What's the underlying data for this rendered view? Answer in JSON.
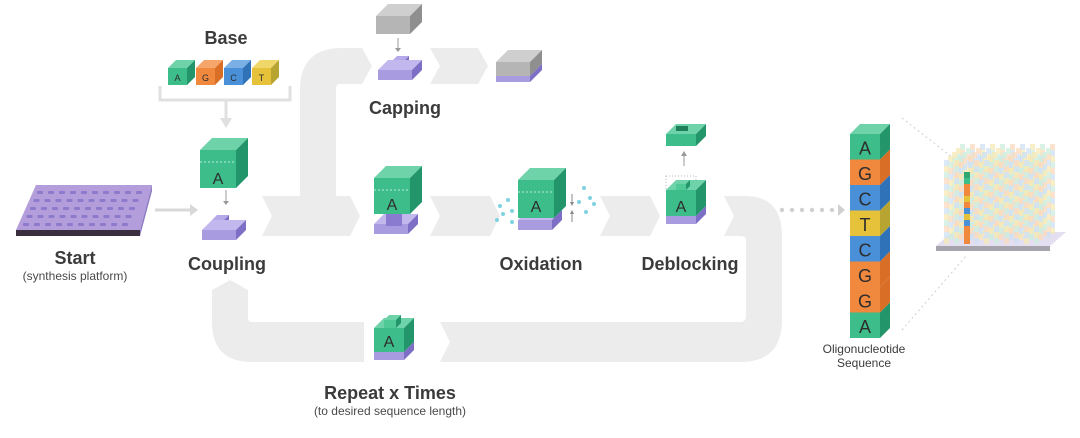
{
  "title": "Oligonucleotide synthesis cycle",
  "colors": {
    "track": "#ececec",
    "arrow": "#d8d8d8",
    "green": "#3dbd8a",
    "green_dark": "#22966a",
    "green_top": "#6fd3a9",
    "orange": "#f0883e",
    "orange_dark": "#d96f26",
    "blue": "#4a90d9",
    "blue_dark": "#2f72b8",
    "yellow": "#e6c23a",
    "yellow_dark": "#b8a531",
    "purple": "#a99be0",
    "purple_dark": "#7d6fc6",
    "gray": "#b5b5b5",
    "gray_dark": "#8f8f8f",
    "platform": "#b39ddb",
    "reagent_dots": "#7fd3e0"
  },
  "start": {
    "label": "Start",
    "sublabel": "(synthesis platform)"
  },
  "base": {
    "label": "Base",
    "letters": [
      "A",
      "G",
      "C",
      "T"
    ]
  },
  "steps": {
    "coupling": {
      "label": "Coupling",
      "nucleotide": "A"
    },
    "capping": {
      "label": "Capping"
    },
    "oxidation": {
      "label": "Oxidation",
      "nucleotide": "A"
    },
    "deblocking": {
      "label": "Deblocking",
      "nucleotide": "A"
    },
    "intermediate": {
      "nucleotide": "A"
    },
    "repeat": {
      "label": "Repeat x Times",
      "sublabel": "(to desired sequence length)",
      "nucleotide": "A"
    }
  },
  "sequence": {
    "label_line1": "Oligonucleotide",
    "label_line2": "Sequence",
    "letters": [
      "A",
      "G",
      "C",
      "T",
      "C",
      "G",
      "G",
      "A"
    ]
  }
}
